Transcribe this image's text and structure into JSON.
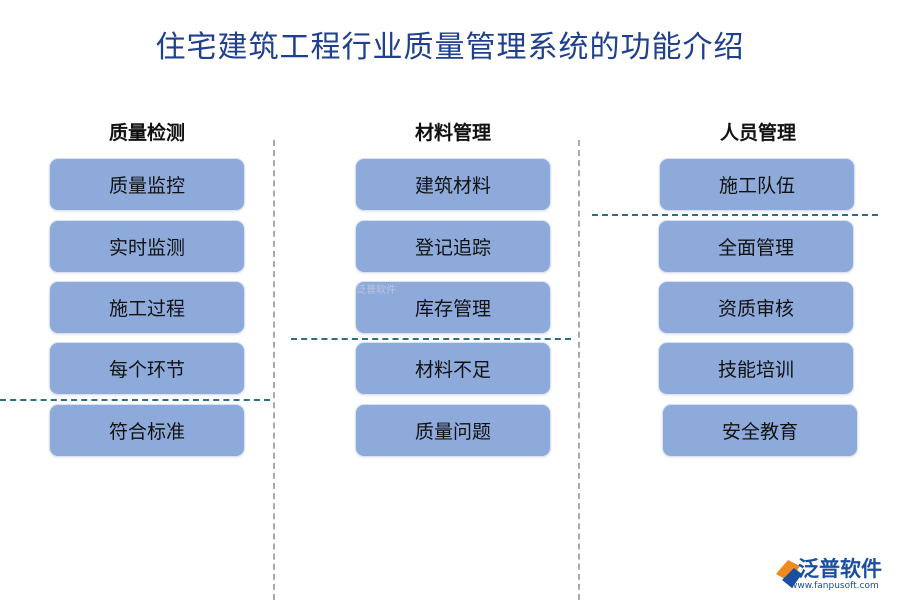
{
  "title": "住宅建筑工程行业质量管理系统的功能介绍",
  "columns": [
    {
      "heading": "质量检测",
      "items": [
        "质量监控",
        "实时监测",
        "施工过程",
        "每个环节",
        "符合标准"
      ]
    },
    {
      "heading": "材料管理",
      "items": [
        "建筑材料",
        "登记追踪",
        "库存管理",
        "材料不足",
        "质量问题"
      ]
    },
    {
      "heading": "人员管理",
      "items": [
        "施工队伍",
        "全面管理",
        "资质审核",
        "技能培训",
        "安全教育"
      ]
    }
  ],
  "watermark": "泛普软件",
  "logo": {
    "name": "泛普软件",
    "url": "www.fanpusoft.com"
  },
  "colors": {
    "title": "#1f3f8f",
    "box_fill": "#8eaadb",
    "dashed_divider": "#a9a9a9",
    "teal_dashed_line": "#2b6f80",
    "logo": "#1a4fa0"
  }
}
